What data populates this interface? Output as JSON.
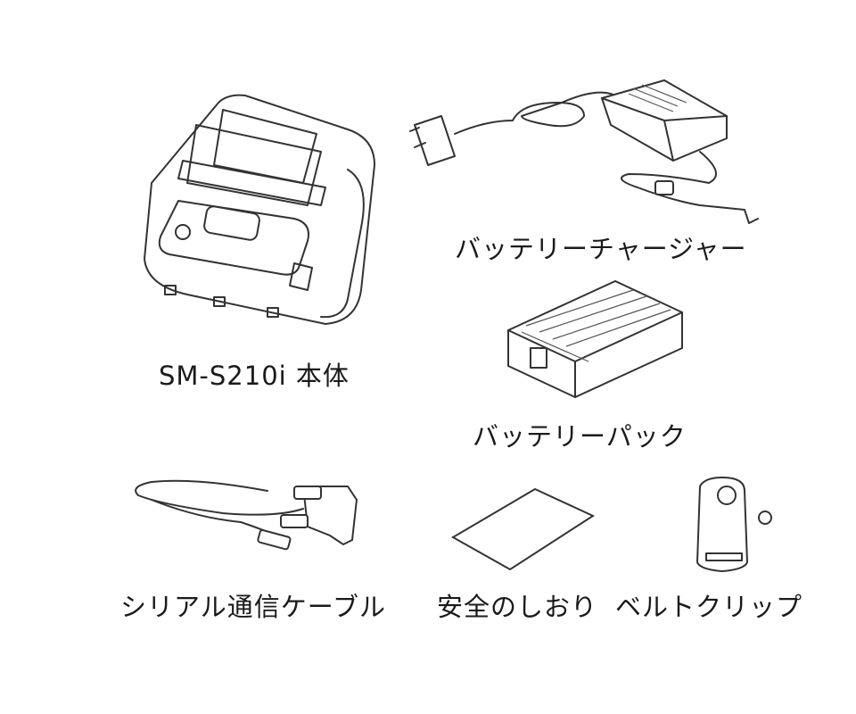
{
  "items": [
    {
      "label": "SM-S210i 本体",
      "icon": "printer-icon"
    },
    {
      "label": "バッテリーチャージャー",
      "icon": "charger-icon"
    },
    {
      "label": "バッテリーパック",
      "icon": "battery-pack-icon"
    },
    {
      "label": "シリアル通信ケーブル",
      "icon": "serial-cable-icon"
    },
    {
      "label": "安全のしおり",
      "icon": "safety-leaflet-icon"
    },
    {
      "label": "ベルトクリップ",
      "icon": "belt-clip-icon"
    }
  ]
}
